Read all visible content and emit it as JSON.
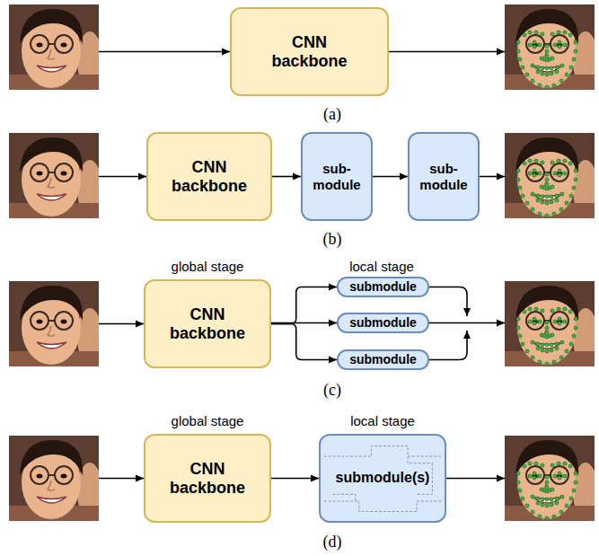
{
  "diagram": {
    "nodes": [
      {
        "text": [
          "CNN backbone"
        ]
      },
      {
        "text": [
          "CNN backbone"
        ]
      },
      {
        "text": [
          "sub- module"
        ]
      },
      {
        "text": [
          "sub- module"
        ]
      },
      {
        "text": [
          "global stage",
          "CNN backbone"
        ]
      },
      {
        "text": [
          "submodule"
        ]
      },
      {
        "text": [
          "submodule"
        ]
      },
      {
        "text": [
          "submodule"
        ]
      },
      {
        "text": [
          "global stage",
          "CNN backbone"
        ]
      },
      {
        "text": [
          "local stage",
          "submodule(s)"
        ]
      }
    ],
    "edges": [
      {
        "from": 1,
        "to": 2,
        "arrow": "to"
      },
      {
        "from": 2,
        "to": 3,
        "arrow": "to"
      },
      {
        "from": 4,
        "to": 5,
        "arrow": "to"
      },
      {
        "from": 4,
        "to": 6,
        "arrow": "to"
      },
      {
        "from": 4,
        "to": 7,
        "arrow": "to"
      },
      {
        "from": 8,
        "to": 9,
        "arrow": "to"
      }
    ],
    "labels": [
      "(a)",
      "(b)",
      "local stage",
      "(c)",
      "(d)"
    ]
  }
}
